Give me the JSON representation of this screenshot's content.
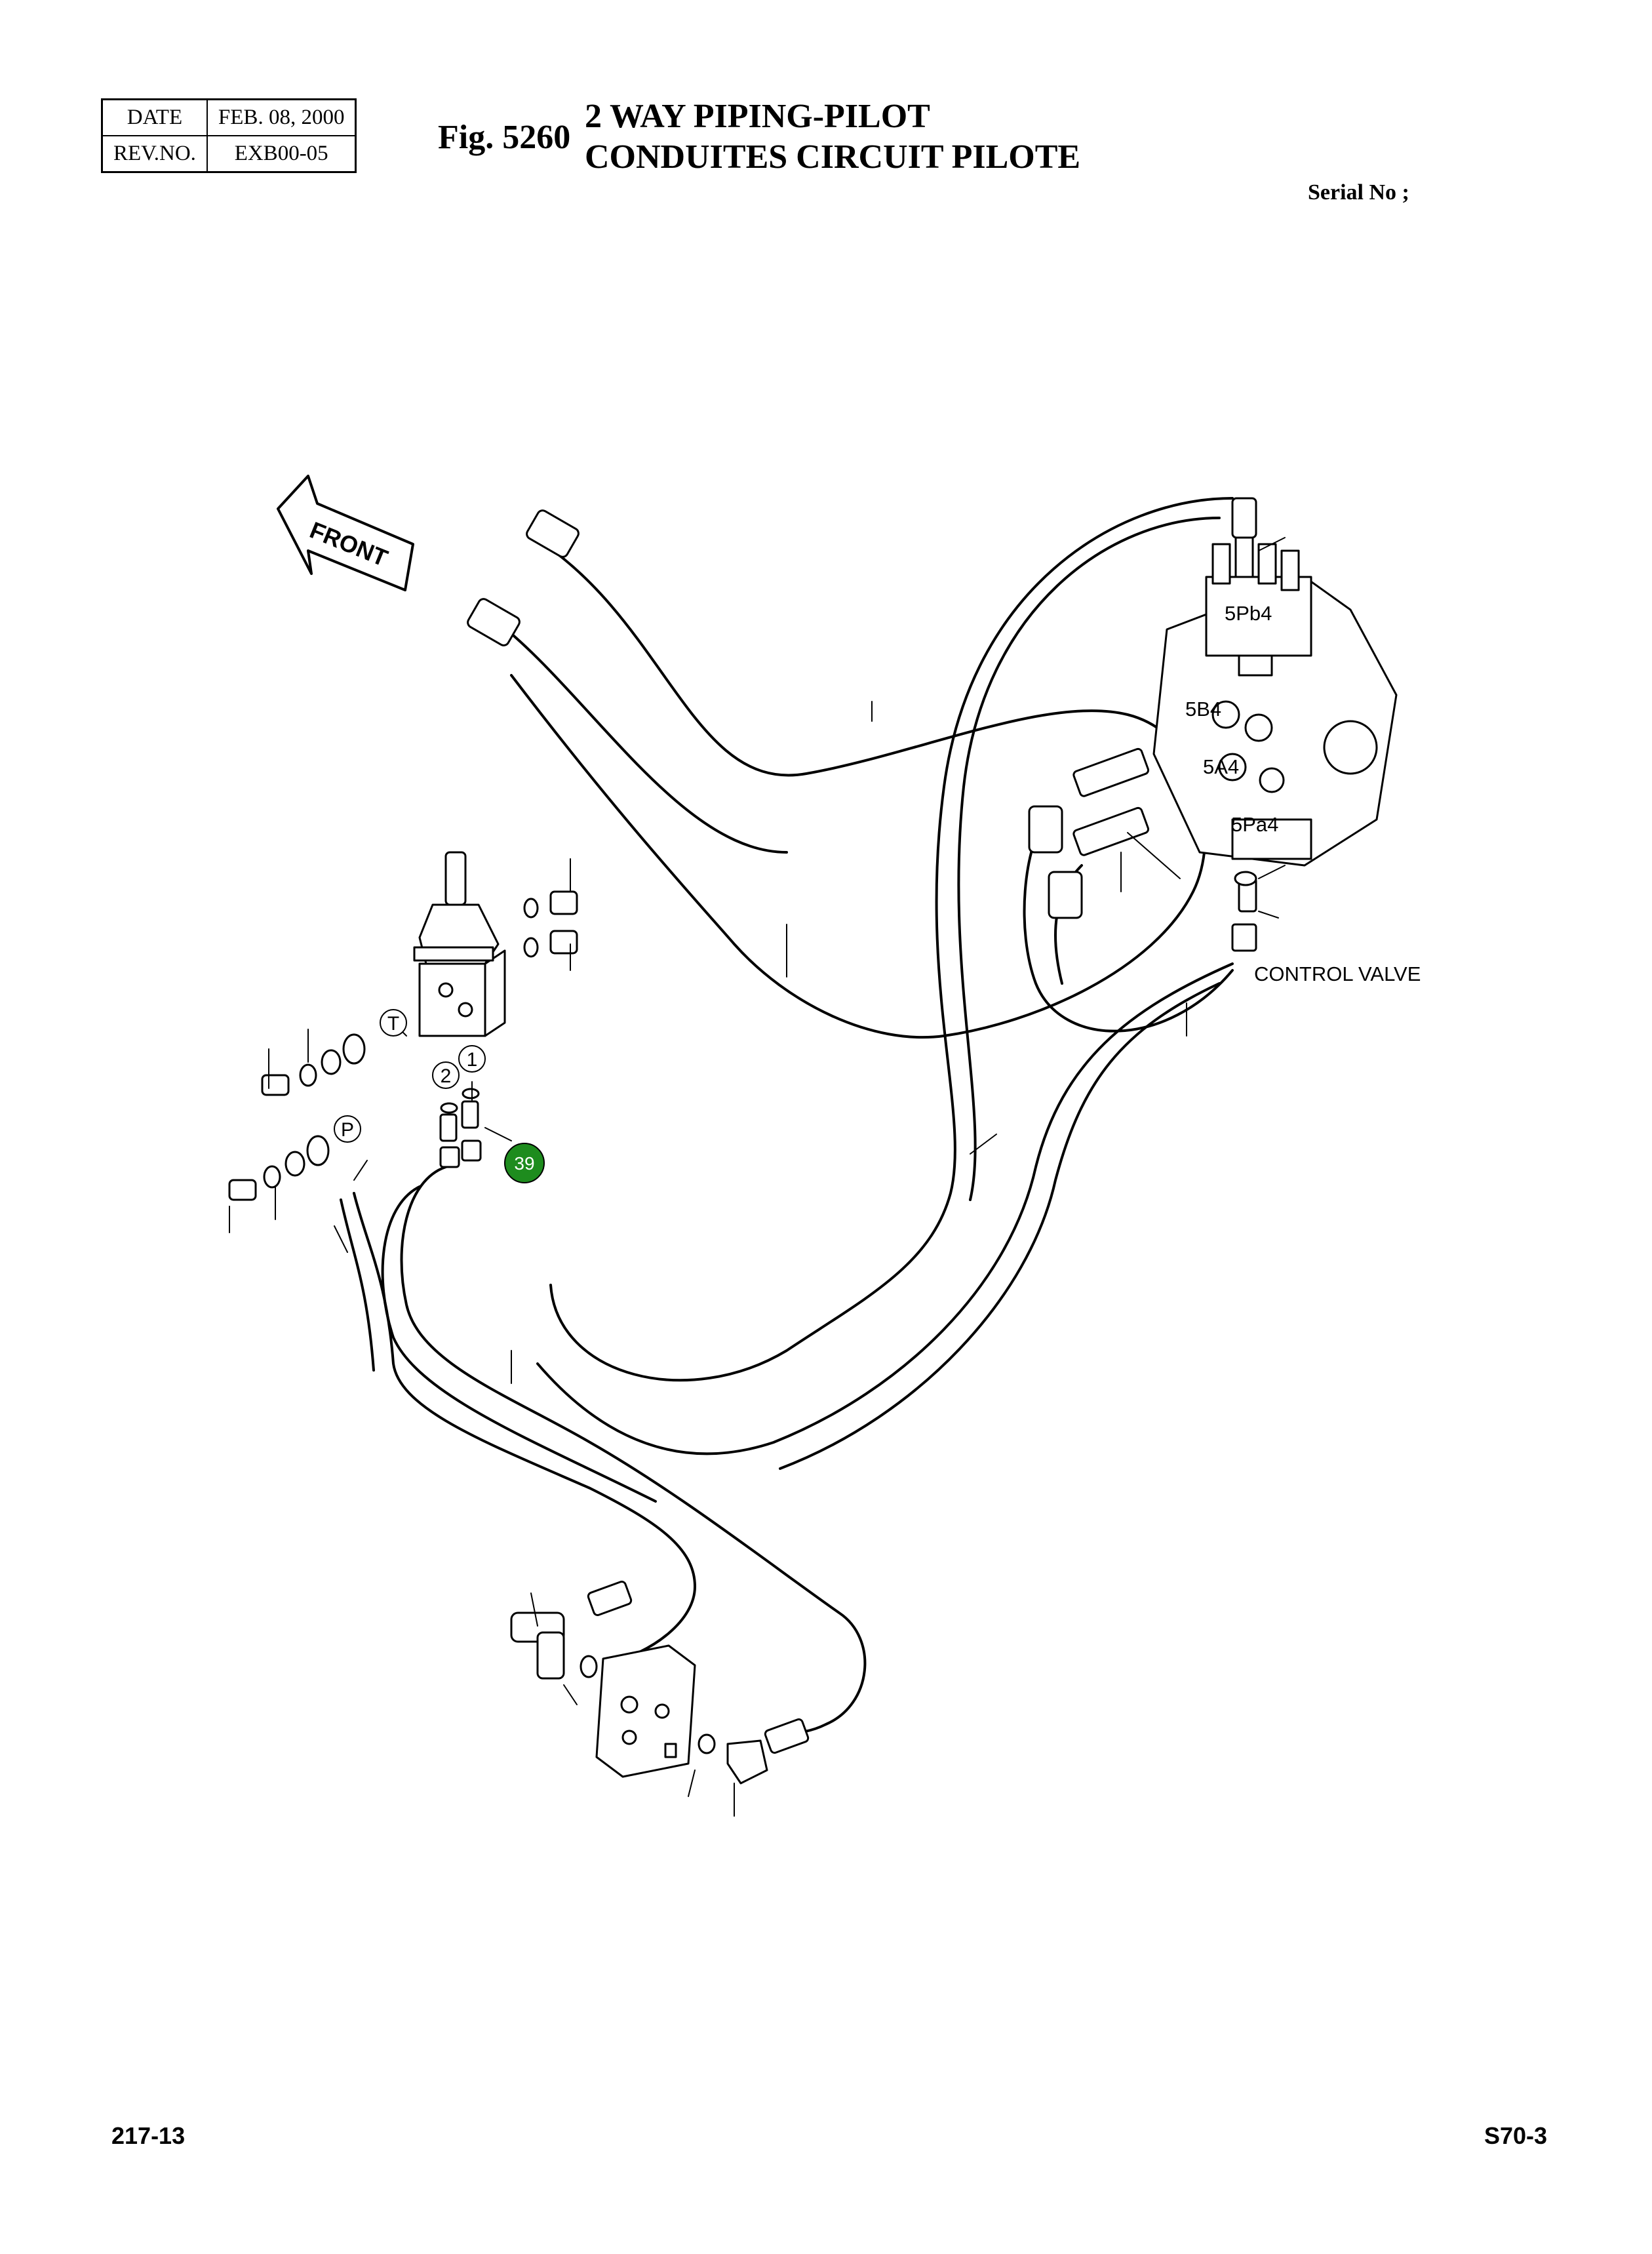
{
  "header": {
    "date_label": "DATE",
    "date_value": "FEB. 08, 2000",
    "rev_label": "REV.NO.",
    "rev_value": "EXB00-05"
  },
  "figure": {
    "number": "Fig. 5260",
    "title_line1": "2 WAY PIPING-PILOT",
    "title_line2": "CONDUITES CIRCUIT PILOTE",
    "serial": "Serial No ;"
  },
  "diagram": {
    "front_label": "FRONT",
    "port_labels": [
      "5Pb4",
      "5B4",
      "5A4",
      "5Pa4"
    ],
    "control_valve_label": "CONTROL VALVE",
    "circled_labels": [
      "T",
      "2",
      "1",
      "P"
    ],
    "callout_number": "39",
    "callout_color": "#1e8c1e"
  },
  "footer": {
    "left": "217-13",
    "right": "S70-3"
  }
}
